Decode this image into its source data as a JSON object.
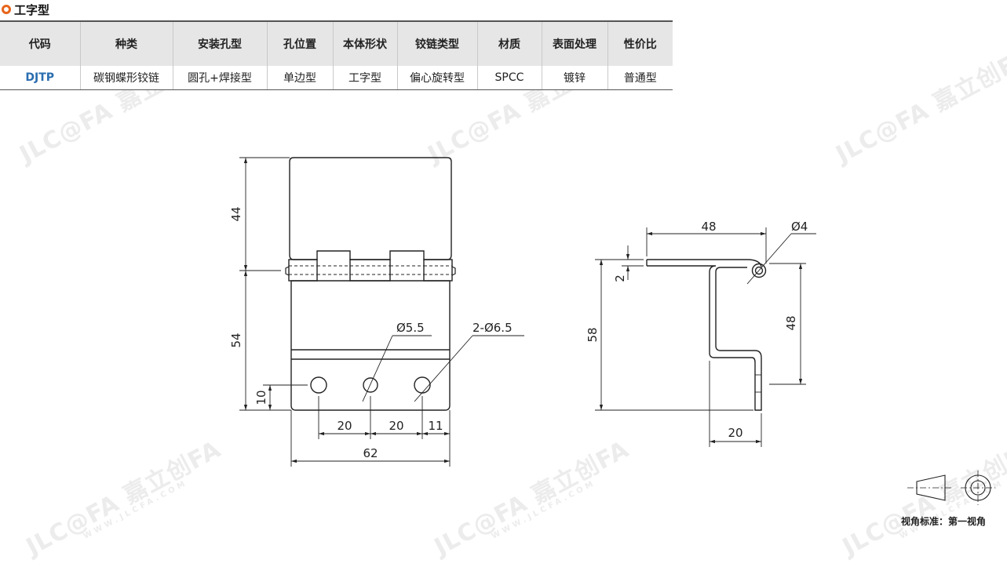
{
  "section": {
    "title": "工字型"
  },
  "table": {
    "headers": [
      "代码",
      "种类",
      "安装孔型",
      "孔位置",
      "本体形状",
      "铰链类型",
      "材质",
      "表面处理",
      "性价比"
    ],
    "row": [
      "DJTP",
      "碳钢蝶形铰链",
      "圆孔+焊接型",
      "单边型",
      "工字型",
      "偏心旋转型",
      "SPCC",
      "镀锌",
      "普通型"
    ]
  },
  "front_view": {
    "dims": {
      "top_height": "44",
      "bottom_height": "54",
      "hole_offset": "10",
      "spacing1": "20",
      "spacing2": "20",
      "edge": "11",
      "width": "62",
      "small_hole": "Ø5.5",
      "big_holes": "2-Ø6.5"
    }
  },
  "side_view": {
    "dims": {
      "top_len": "48",
      "pin": "Ø4",
      "thickness": "2",
      "total_height": "58",
      "right_height": "48",
      "bottom_len": "20"
    }
  },
  "watermark": {
    "brand": "JLC@FA 嘉立创FA",
    "site": "WWW.JLCFA.COM"
  },
  "footer": {
    "view_standard": "视角标准：第一视角"
  }
}
